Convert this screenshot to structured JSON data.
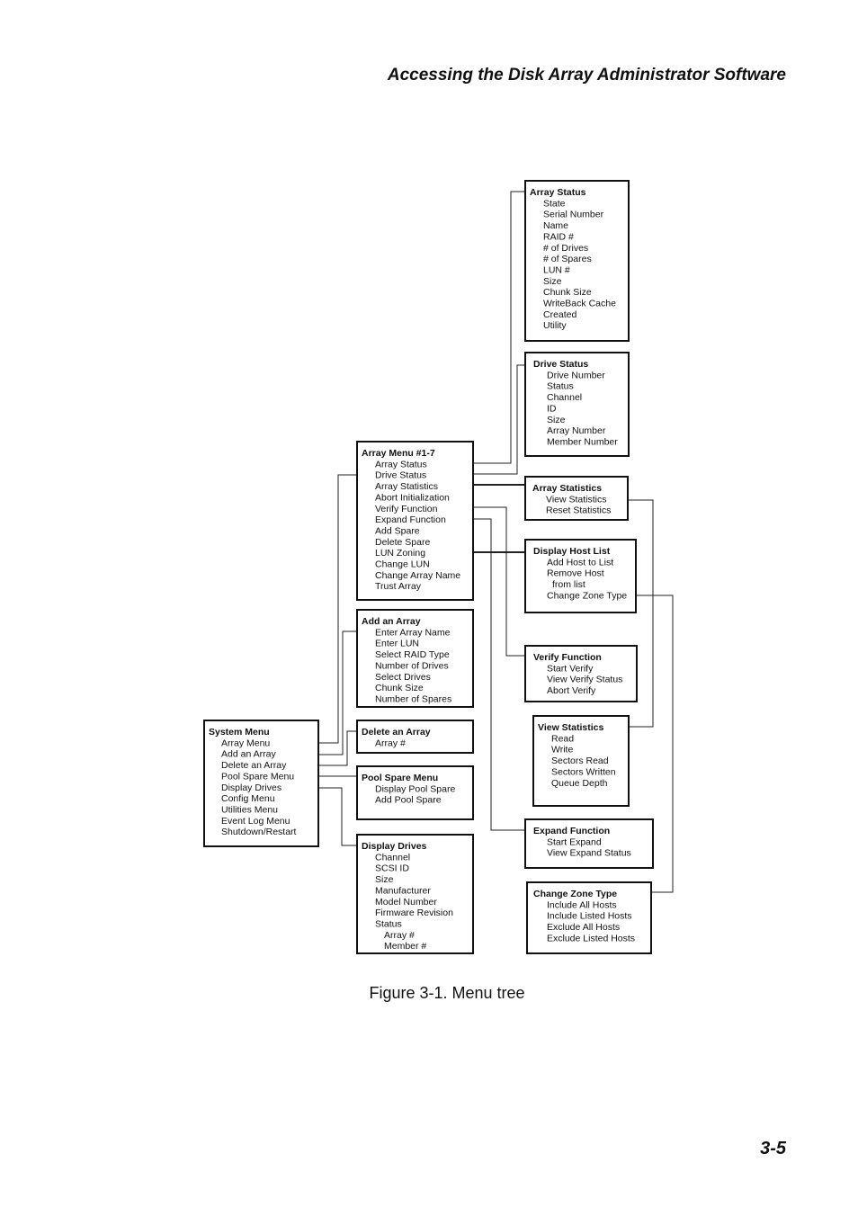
{
  "header": {
    "title": "Accessing the Disk Array Administrator Software"
  },
  "caption": "Figure 3-1. Menu tree",
  "page_number": "3-5",
  "menus": {
    "system": {
      "title": "System Menu",
      "items": [
        "Array Menu",
        "Add an Array",
        "Delete an Array",
        "Pool Spare Menu",
        "Display Drives",
        "Config Menu",
        "Utilities Menu",
        "Event Log Menu",
        "Shutdown/Restart"
      ]
    },
    "array_menu": {
      "title": "Array Menu #1-7",
      "items": [
        "Array Status",
        "Drive Status",
        "Array Statistics",
        "Abort Initialization",
        "Verify Function",
        "Expand Function",
        "Add Spare",
        "Delete Spare",
        "LUN Zoning",
        "Change LUN",
        "Change Array Name",
        "Trust Array"
      ]
    },
    "add_array": {
      "title": "Add an Array",
      "items": [
        "Enter Array Name",
        "Enter LUN",
        "Select RAID Type",
        "Number of Drives",
        "Select Drives",
        "Chunk Size",
        "Number of Spares"
      ]
    },
    "delete_array": {
      "title": "Delete an Array",
      "items": [
        "Array #"
      ]
    },
    "pool_spare": {
      "title": "Pool Spare Menu",
      "items": [
        "Display Pool Spare",
        "Add Pool Spare"
      ]
    },
    "display_drives": {
      "title": "Display Drives",
      "items": [
        "Channel",
        "SCSI ID",
        "Size",
        "Manufacturer",
        "Model Number",
        "Firmware Revision",
        "Status",
        "Array #",
        "Member #"
      ]
    },
    "array_status": {
      "title": "Array Status",
      "items": [
        "State",
        "Serial Number",
        "Name",
        "RAID #",
        "# of Drives",
        "# of Spares",
        "LUN #",
        "Size",
        "Chunk Size",
        "WriteBack Cache",
        "Created",
        "Utility"
      ]
    },
    "drive_status": {
      "title": "Drive  Status",
      "items": [
        "Drive Number",
        "Status",
        "Channel",
        "ID",
        "Size",
        "Array Number",
        "Member Number"
      ]
    },
    "array_statistics": {
      "title": "Array Statistics",
      "items": [
        "View Statistics",
        "Reset Statistics"
      ]
    },
    "display_host_list": {
      "title": "Display Host List",
      "items": [
        "Add Host to List",
        "Remove Host",
        "from list",
        "Change Zone Type"
      ]
    },
    "verify_function": {
      "title": "Verify Function",
      "items": [
        "Start Verify",
        "View Verify Status",
        "Abort Verify"
      ]
    },
    "view_statistics": {
      "title": "View Statistics",
      "items": [
        "Read",
        "Write",
        "Sectors Read",
        "Sectors Written",
        "Queue Depth"
      ]
    },
    "expand_function": {
      "title": "Expand Function",
      "items": [
        "Start Expand",
        "View Expand Status"
      ]
    },
    "change_zone_type": {
      "title": "Change Zone Type",
      "items": [
        "Include All Hosts",
        "Include Listed Hosts",
        "Exclude All Hosts",
        "Exclude Listed Hosts"
      ]
    }
  }
}
